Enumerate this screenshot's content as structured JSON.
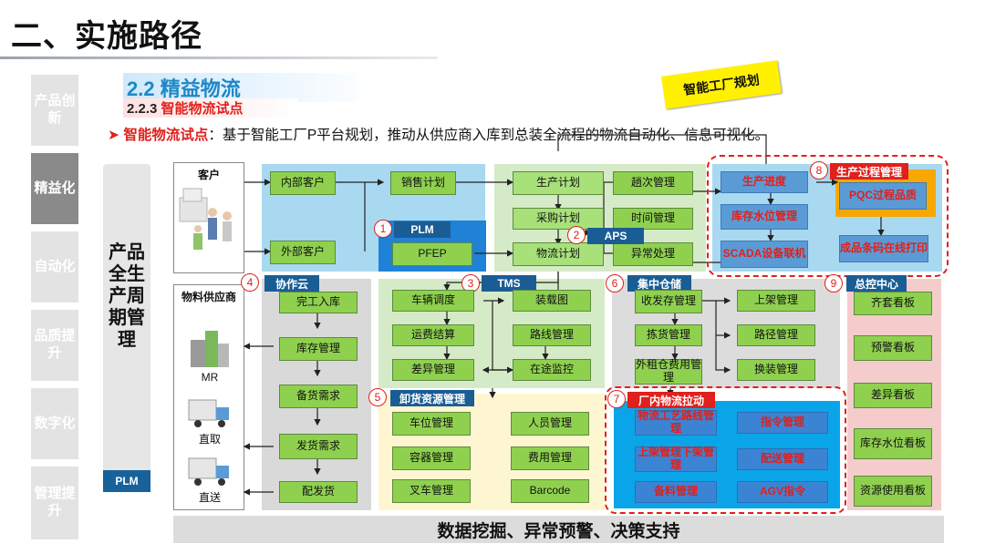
{
  "page_title": "二、实施路径",
  "nav": [
    "产品创新",
    "精益化",
    "自动化",
    "品质提升",
    "数字化",
    "管理提升"
  ],
  "section_title": "2.2 精益物流",
  "subsection": {
    "number": "2.2.3",
    "title": "智能物流试点"
  },
  "tag_yellow": "智能工厂规划",
  "description": {
    "bold": "智能物流试点",
    "text": "：基于智能工厂P平台规划，推动从供应商入库到总装全流程的物流自动化、信息可视化。"
  },
  "plm_bar": {
    "text": "产品全生产周期管理",
    "label": "PLM"
  },
  "customer": {
    "label": "客户"
  },
  "supplier": {
    "label": "物料供应商",
    "items": [
      "MR",
      "直取",
      "直送"
    ]
  },
  "sales": {
    "internal": "内部客户",
    "external": "外部客户",
    "plan": "销售计划"
  },
  "plm_zone": {
    "num": "1",
    "tag": "PLM",
    "box": "PFEP"
  },
  "aps_zone": {
    "num": "2",
    "tag": "APS",
    "boxes": [
      "生产计划",
      "采购计划",
      "物流计划",
      "趟次管理",
      "时间管理",
      "异常处理"
    ]
  },
  "coop_zone": {
    "num": "4",
    "tag": "协作云",
    "boxes": [
      "完工入库",
      "库存管理",
      "备货需求",
      "发货需求",
      "配发货"
    ]
  },
  "tms_zone": {
    "num": "3",
    "tag": "TMS",
    "boxes": [
      "车辆调度",
      "运费结算",
      "差异管理",
      "装载图",
      "路线管理",
      "在途监控"
    ]
  },
  "warehouse_zone": {
    "num": "6",
    "tag": "集中仓储",
    "boxes": [
      "收发存管理",
      "拣货管理",
      "外租仓费用管理",
      "上架管理",
      "路径管理",
      "换装管理"
    ]
  },
  "unload_zone": {
    "num": "5",
    "tag": "卸货资源管理",
    "boxes": [
      "车位管理",
      "容器管理",
      "叉车管理",
      "人员管理",
      "费用管理",
      "Barcode"
    ]
  },
  "intra_zone": {
    "num": "7",
    "tag": "厂内物流拉动",
    "boxes": [
      "物流工艺路线管理",
      "上架管理下架管理",
      "备料管理",
      "指令管理",
      "配送管理",
      "AGV指令"
    ]
  },
  "process_zone": {
    "num": "8",
    "tag": "生产过程管理",
    "boxes": [
      "生产进度",
      "库存水位管理",
      "SCADA设备联机",
      "PQC过程品质",
      "成品条码在线打印"
    ]
  },
  "control_zone": {
    "num": "9",
    "tag": "总控中心",
    "boxes": [
      "齐套看板",
      "预警看板",
      "差异看板",
      "库存水位看板",
      "资源使用看板"
    ]
  },
  "bottom_bar": "数据挖掘、异常预警、决策支持",
  "colors": {
    "accent_blue": "#1e88c8",
    "accent_red": "#e0201c",
    "green_box": "#8fd14f",
    "blue_box": "#3b84d4"
  }
}
